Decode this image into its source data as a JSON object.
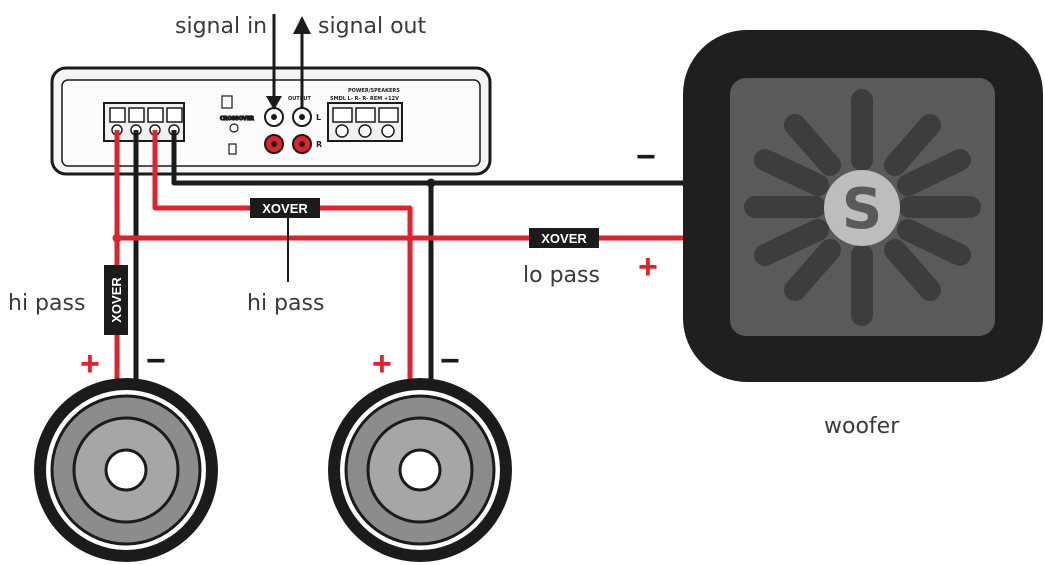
{
  "labels": {
    "signal_in": "signal in",
    "signal_out": "signal out",
    "hi_pass_left": "hi pass",
    "hi_pass_mid": "hi pass",
    "lo_pass": "lo pass",
    "woofer": "woofer"
  },
  "crossovers": {
    "vertical": "XOVER",
    "mid": "XOVER",
    "lo": "XOVER"
  },
  "polarity": {
    "plus": "+",
    "minus": "−"
  },
  "amplifier": {
    "output_label": "OUTPUT",
    "power_label": "POWER/SPEAKERS",
    "terminal_labels": "SMDL L- R- R- REM +12V",
    "channel_l": "L",
    "channel_r": "R"
  },
  "woofer": {
    "logo_letter": "S"
  },
  "colors": {
    "wire_red": "#e1222b",
    "wire_black": "#1b1b1b",
    "woofer_frame": "#1f1f1f",
    "woofer_cone": "#5a5a5a",
    "speaker_gray": "#8c8c8c"
  }
}
